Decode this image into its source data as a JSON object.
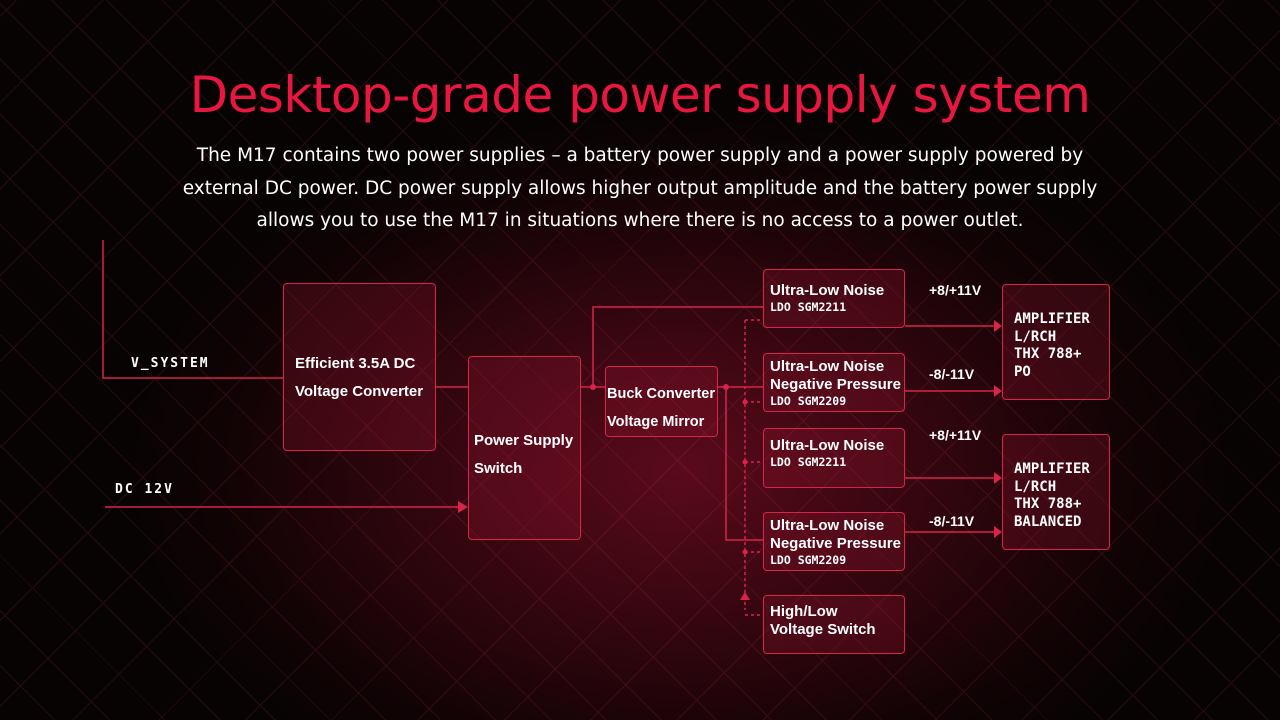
{
  "title": "Desktop-grade power supply system",
  "description": "The M17 contains two power supplies – a battery power supply and a power supply powered by external DC power. DC power supply allows higher output amplitude and the battery power supply allows you to use the M17 in situations where there is no access to a power outlet.",
  "inputs": {
    "v_system": "V_SYSTEM",
    "dc": "DC 12V"
  },
  "blocks": {
    "dc_converter": [
      "Efficient 3.5A DC",
      "Voltage Converter"
    ],
    "switch": [
      "Power Supply",
      "Switch"
    ],
    "buck": [
      "Buck Converter",
      "Voltage Mirror"
    ],
    "ldo1": {
      "name": "Ultra-Low Noise",
      "part": "LDO SGM2211"
    },
    "ldo2": {
      "name": "Ultra-Low Noise",
      "name2": "Negative Pressure",
      "part": "LDO SGM2209"
    },
    "ldo3": {
      "name": "Ultra-Low Noise",
      "part": "LDO SGM2211"
    },
    "ldo4": {
      "name": "Ultra-Low Noise",
      "name2": "Negative Pressure",
      "part": "LDO SGM2209"
    },
    "hl_switch": [
      "High/Low",
      "Voltage Switch"
    ]
  },
  "voltages": [
    "+8/+11V",
    "-8/-11V",
    "+8/+11V",
    "-8/-11V"
  ],
  "amps": [
    [
      "AMPLIFIER",
      "L/RCH",
      "THX 788+",
      "PO"
    ],
    [
      "AMPLIFIER",
      "L/RCH",
      "THX 788+",
      "BALANCED"
    ]
  ],
  "colors": {
    "accent": "#e8173f",
    "line": "#d8234a"
  }
}
